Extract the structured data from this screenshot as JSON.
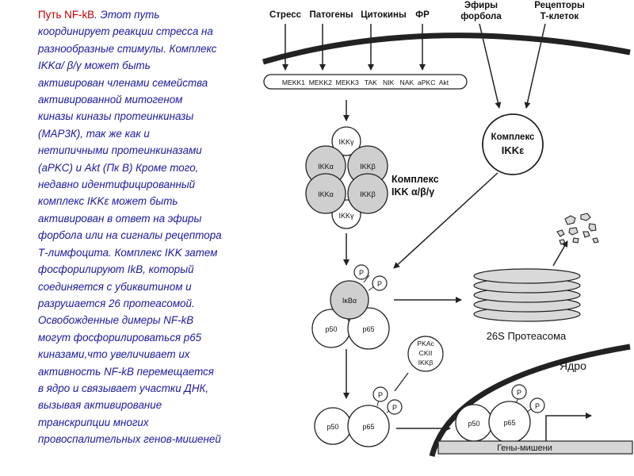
{
  "text": {
    "heading": "Путь NF-kB",
    "lines": [
      ". Этот путь",
      "координирует реакции стресса на",
      "разнообразные стимулы. Комплекс",
      "IKKα/ β/γ может быть",
      "активирован членами семейства",
      "активированной митогеном",
      "киназы киназы протеинкиназы",
      "(МАР3К), так же как и",
      "нетипичными протеинкиназами",
      "(aPKC) и Akt (Пк В) Кроме того,",
      "недавно идентифицированный",
      "комплекс IKKε может быть",
      "активирован в ответ на эфиры",
      "форбола или на сигналы рецептора",
      "Т-лимфоцита. Комплекс IKK затем",
      "фосфорилируют IkB, который",
      "соединяется с убиквитином и",
      "разрушается 26 протеасомой.",
      "Освобожденные димеры NF-kB",
      "могут фосфорилироваться р65",
      "киназами,что увеличивает их",
      "активность NF-kB перемещается",
      "в ядро и связывает участки ДНК,",
      "вызывая активирование",
      "транскрипции многих",
      "провоспалительных генов-мишеней"
    ]
  },
  "diagram": {
    "stimuli": [
      "Стресс",
      "Патогены",
      "Цитокины",
      "ФР"
    ],
    "phorbol": [
      "Эфиры",
      "форбола"
    ],
    "tcell": [
      "Рецепторы",
      "Т-клеток"
    ],
    "kinases": "MEKK1  MEKK2  MEKK3   TAK   NIK   NAK  aPKC  Akt",
    "ikk_gamma": "IKKγ",
    "ikk_alpha": "IKKα",
    "ikk_beta": "IKKβ",
    "ikk_complex_title": "Комплекс",
    "ikk_complex_name": "IKK α/β/γ",
    "ikke_title": "Комплекс",
    "ikke_name": "IKKε",
    "p": "P",
    "ikba": "IκBα",
    "p50": "p50",
    "p65": "p65",
    "proteasome": "26S Протеасома",
    "p65_kinases": [
      "PKAc",
      "CKII",
      "IKKβ"
    ],
    "nucleus": "Ядро",
    "target_genes": "Гены-мишени"
  }
}
